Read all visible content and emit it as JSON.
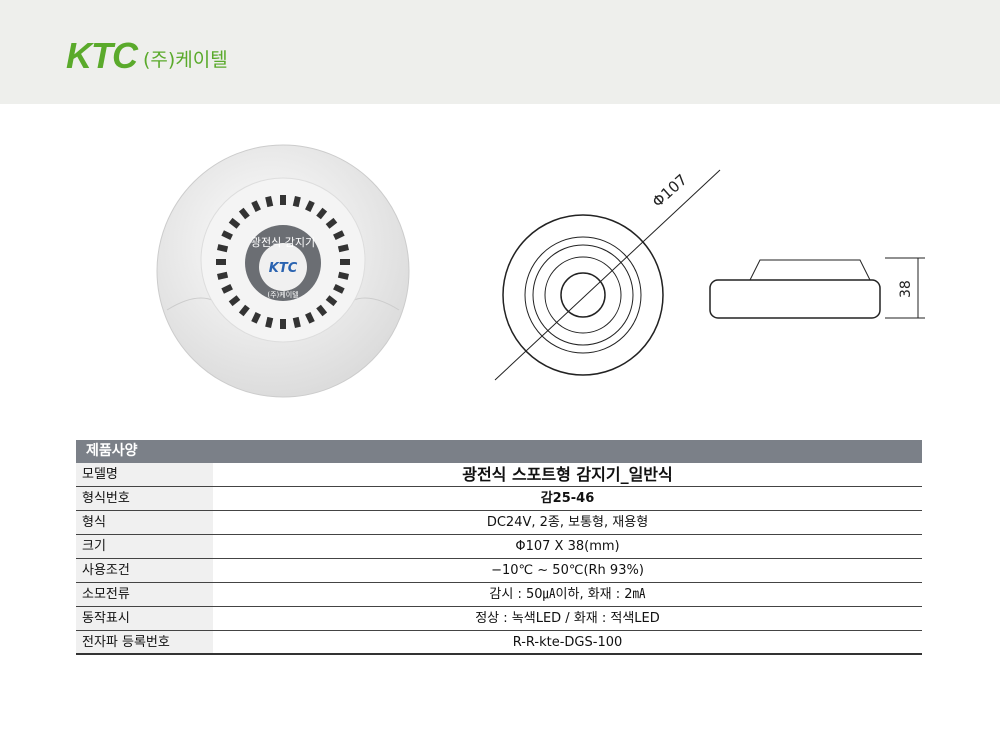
{
  "header": {
    "logo_text": "KTC",
    "company_name": "(주)케이텔"
  },
  "product_image": {
    "label_top": "광전식 감지기",
    "label_logo": "KTC",
    "label_bottom": "(주)케이텔"
  },
  "drawing": {
    "diameter_label": "Φ107",
    "height_label": "38"
  },
  "spec": {
    "title": "제품사양",
    "rows": [
      {
        "label": "모델명",
        "value": "광전식 스포트형 감지기_일반식"
      },
      {
        "label": "형식번호",
        "value": "감25-46"
      },
      {
        "label": "형식",
        "value": "DC24V, 2종, 보통형, 재용형"
      },
      {
        "label": "크기",
        "value": "Φ107 X 38(mm)"
      },
      {
        "label": "사용조건",
        "value": "−10℃ ~ 50℃(Rh 93%)"
      },
      {
        "label": "소모전류",
        "value": "감시 : 50㎂이하, 화재 : 2㎃"
      },
      {
        "label": "동작표시",
        "value": "정상 : 녹색LED / 화재 : 적색LED"
      },
      {
        "label": "전자파 등록번호",
        "value": "R-R-kte-DGS-100"
      }
    ]
  }
}
